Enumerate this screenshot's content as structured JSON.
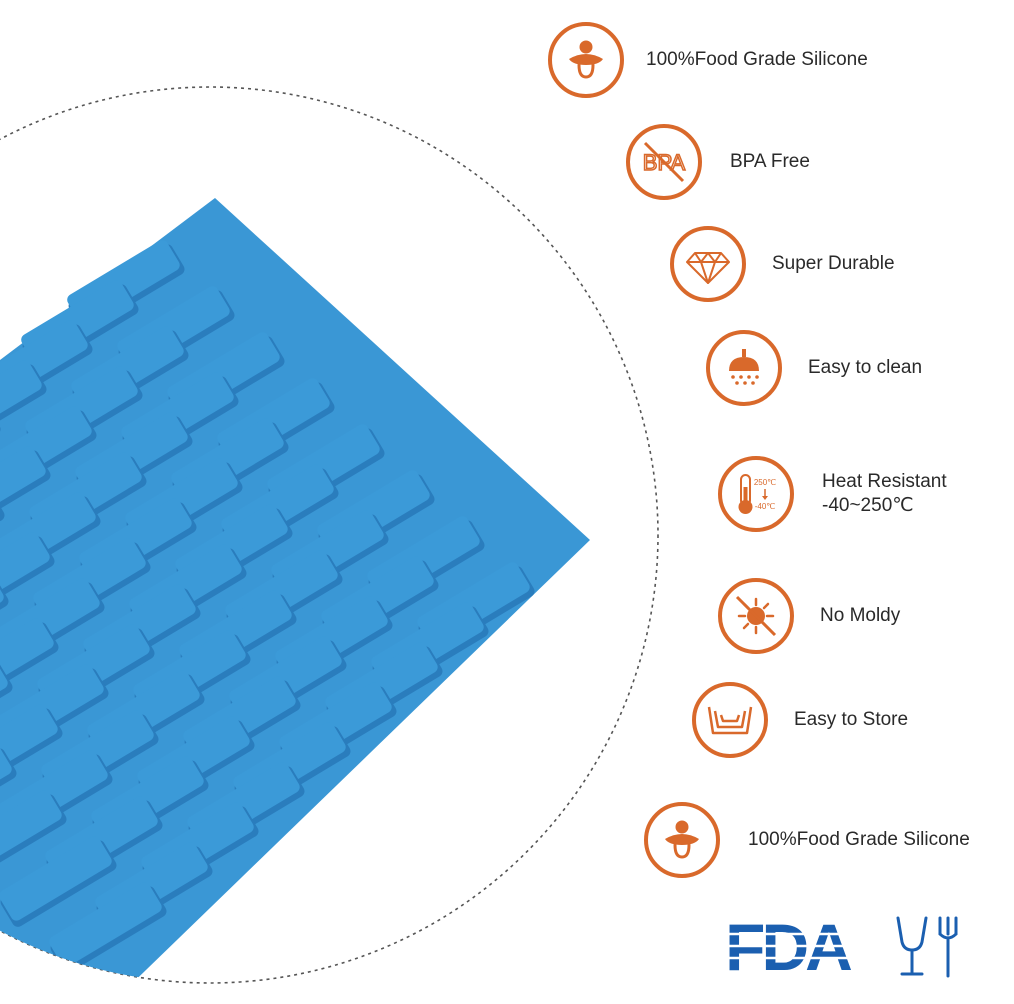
{
  "features": [
    {
      "id": "food-grade",
      "icon": "pacifier-icon",
      "label": "100%Food Grade Silicone"
    },
    {
      "id": "bpa-free",
      "icon": "bpa-free-icon",
      "label": "BPA Free",
      "icon_text": "BPA"
    },
    {
      "id": "durable",
      "icon": "diamond-icon",
      "label": "Super Durable"
    },
    {
      "id": "easy-clean",
      "icon": "shower-icon",
      "label": "Easy to clean"
    },
    {
      "id": "heat-resistant",
      "icon": "thermometer-icon",
      "label": "Heat Resistant",
      "sublabel": "-40~250℃",
      "icon_text_top": "250℃",
      "icon_text_bottom": "-40℃"
    },
    {
      "id": "no-moldy",
      "icon": "no-mold-icon",
      "label": "No Moldy"
    },
    {
      "id": "easy-store",
      "icon": "stacked-trays-icon",
      "label": "Easy to Store"
    },
    {
      "id": "food-grade-2",
      "icon": "pacifier-icon",
      "label": "100%Food Grade Silicone"
    }
  ],
  "logos": {
    "fda_text": "FDA",
    "food_safe_icon": "cup-fork-icon"
  },
  "colors": {
    "accent": "#d9692b",
    "mold_blue": "#3b9ad8",
    "mold_shadow": "#2a7dbd",
    "logo_blue": "#1b5fb0"
  }
}
